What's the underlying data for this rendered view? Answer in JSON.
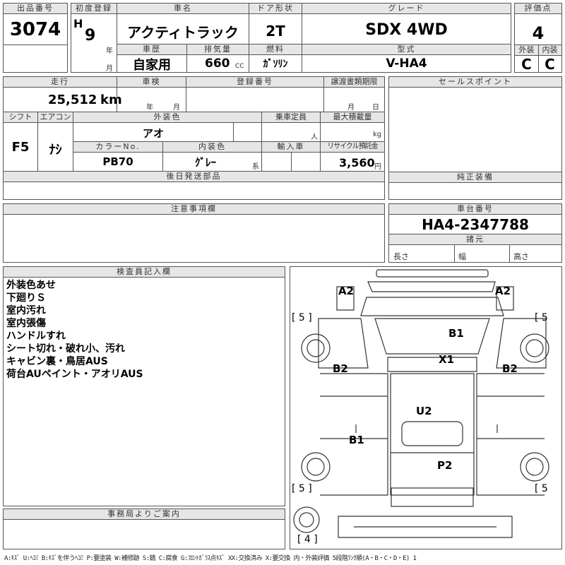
{
  "header": {
    "lot_label": "出品番号",
    "lot_number": "3074",
    "reg_label": "初度登録",
    "era": "H",
    "year": "9",
    "year_unit": "年",
    "month_unit": "月",
    "name_label": "車名",
    "car_name": "アクティトラック",
    "door_label": "ドア形状",
    "door_value": "2T",
    "grade_label": "グレード",
    "grade_value": "SDX 4WD",
    "score_label": "評価点",
    "score_value": "4",
    "history_label": "車歴",
    "history_value": "自家用",
    "displacement_label": "排気量",
    "displacement_value": "660",
    "displacement_unit": "CC",
    "fuel_label": "燃料",
    "fuel_value": "ｶﾞｿﾘﾝ",
    "model_label": "型式",
    "model_value": "V-HA4",
    "ext_label": "外装",
    "ext_value": "C",
    "int_label": "内装",
    "int_value": "C"
  },
  "row2": {
    "mileage_label": "走行",
    "mileage_value": "25,512",
    "mileage_unit": "km",
    "inspection_label": "車検",
    "inspection_year": "年",
    "inspection_month": "月",
    "regno_label": "登録番号",
    "transfer_label": "譲渡書類期限",
    "transfer_month": "月",
    "transfer_day": "日",
    "sales_label": "セールスポイント",
    "shift_label": "シフト",
    "shift_value": "F5",
    "ac_label": "エアコン",
    "ac_value": "ﾅｼ",
    "exterior_color_label": "外装色",
    "exterior_color_value": "アオ",
    "capacity_label": "乗車定員",
    "capacity_unit": "人",
    "load_label": "最大積載量",
    "load_unit": "kg",
    "colorno_label": "カラーNo.",
    "colorno_value": "PB70",
    "interior_color_label": "内装色",
    "interior_color_value": "ｸﾞﾚｰ",
    "interior_color_unit": "系",
    "import_label": "輸入車",
    "recycle_label": "リサイクル預託金",
    "recycle_value": "3,560",
    "recycle_unit": "円",
    "parts_label": "後日発送部品",
    "equip_label": "純正装備"
  },
  "row3": {
    "caution_label": "注意事項欄",
    "chassis_label": "車台番号",
    "chassis_value": "HA4-2347788",
    "dims_label": "諸元",
    "length_label": "長さ",
    "width_label": "幅",
    "height_label": "高さ"
  },
  "inspector": {
    "label": "検査員記入欄",
    "notes": [
      "外装色あせ",
      "下廻りＳ",
      "室内汚れ",
      "室内張傷",
      "ハンドルすれ",
      "シート切れ・破れ小、汚れ",
      "キャビン裏・鳥居AUS",
      "荷台AUペイント・アオリAUS"
    ]
  },
  "office": {
    "label": "事務局よりご案内"
  },
  "diagram": {
    "marks": [
      "A2",
      "A2",
      "B1",
      "X1",
      "B2",
      "B2",
      "U2",
      "B1",
      "P2"
    ],
    "brackets": [
      "5",
      "5",
      "5",
      "5",
      "4"
    ]
  },
  "legend": "A:ｷｽﾞ U:ﾍｺﾐ B:ｷｽﾞを伴うﾍｺﾐ P:要塗装 W:補修跡 S:錆 C:腐食 G:ﾌﾛﾝﾄｶﾞﾗｽ点ｷｽﾞ XX:交換済み X:要交換 内・外装評価 5段階ﾗﾝｸ順(A・B・C・D・E) 1"
}
